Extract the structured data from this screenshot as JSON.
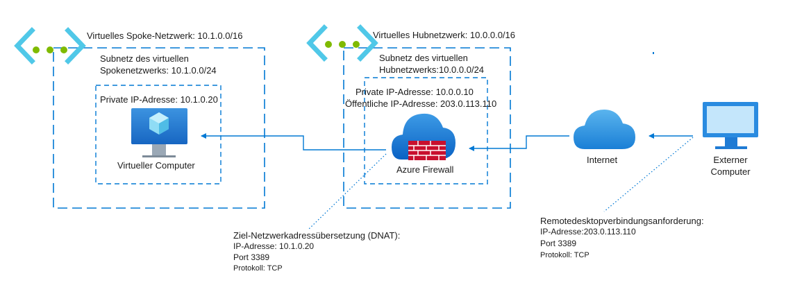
{
  "spoke": {
    "vnet_label": "Virtuelles Spoke-Netzwerk: 10.1.0.0/16",
    "subnet_label_1": "Subnetz des virtuellen",
    "subnet_label_2": "Spokenetzwerks: 10.1.0.0/24",
    "vm_ip": "Private IP-Adresse: 10.1.0.20",
    "vm_label": "Virtueller Computer"
  },
  "hub": {
    "vnet_label": "Virtuelles Hubnetzwerk: 10.0.0.0/16",
    "subnet_label_1": "Subnetz des virtuellen",
    "subnet_label_2": "Hubnetzwerks:10.0.0.0/24",
    "private_ip": "Private IP-Adresse: 10.0.0.10",
    "public_ip": "Öffentliche IP-Adresse:  203.0.113.110",
    "firewall_label": "Azure Firewall"
  },
  "internet": {
    "label": "Internet"
  },
  "external": {
    "label_1": "Externer",
    "label_2": "Computer"
  },
  "dnat": {
    "title": "Ziel-Netzwerkadressübersetzung (DNAT):",
    "ip": "IP-Adresse: 10.1.0.20",
    "port": "Port 3389",
    "protocol": "Protokoll: TCP"
  },
  "rdp_request": {
    "title": "Remotedesktopverbindungsanforderung:",
    "ip": "IP-Adresse:203.0.113.110",
    "port": "Port 3389",
    "protocol": "Protokoll: TCP"
  },
  "colors": {
    "azure_blue": "#0078d4",
    "icon_light": "#50c8e8",
    "icon_green": "#7fba00",
    "firewall_red": "#e02b2b"
  }
}
